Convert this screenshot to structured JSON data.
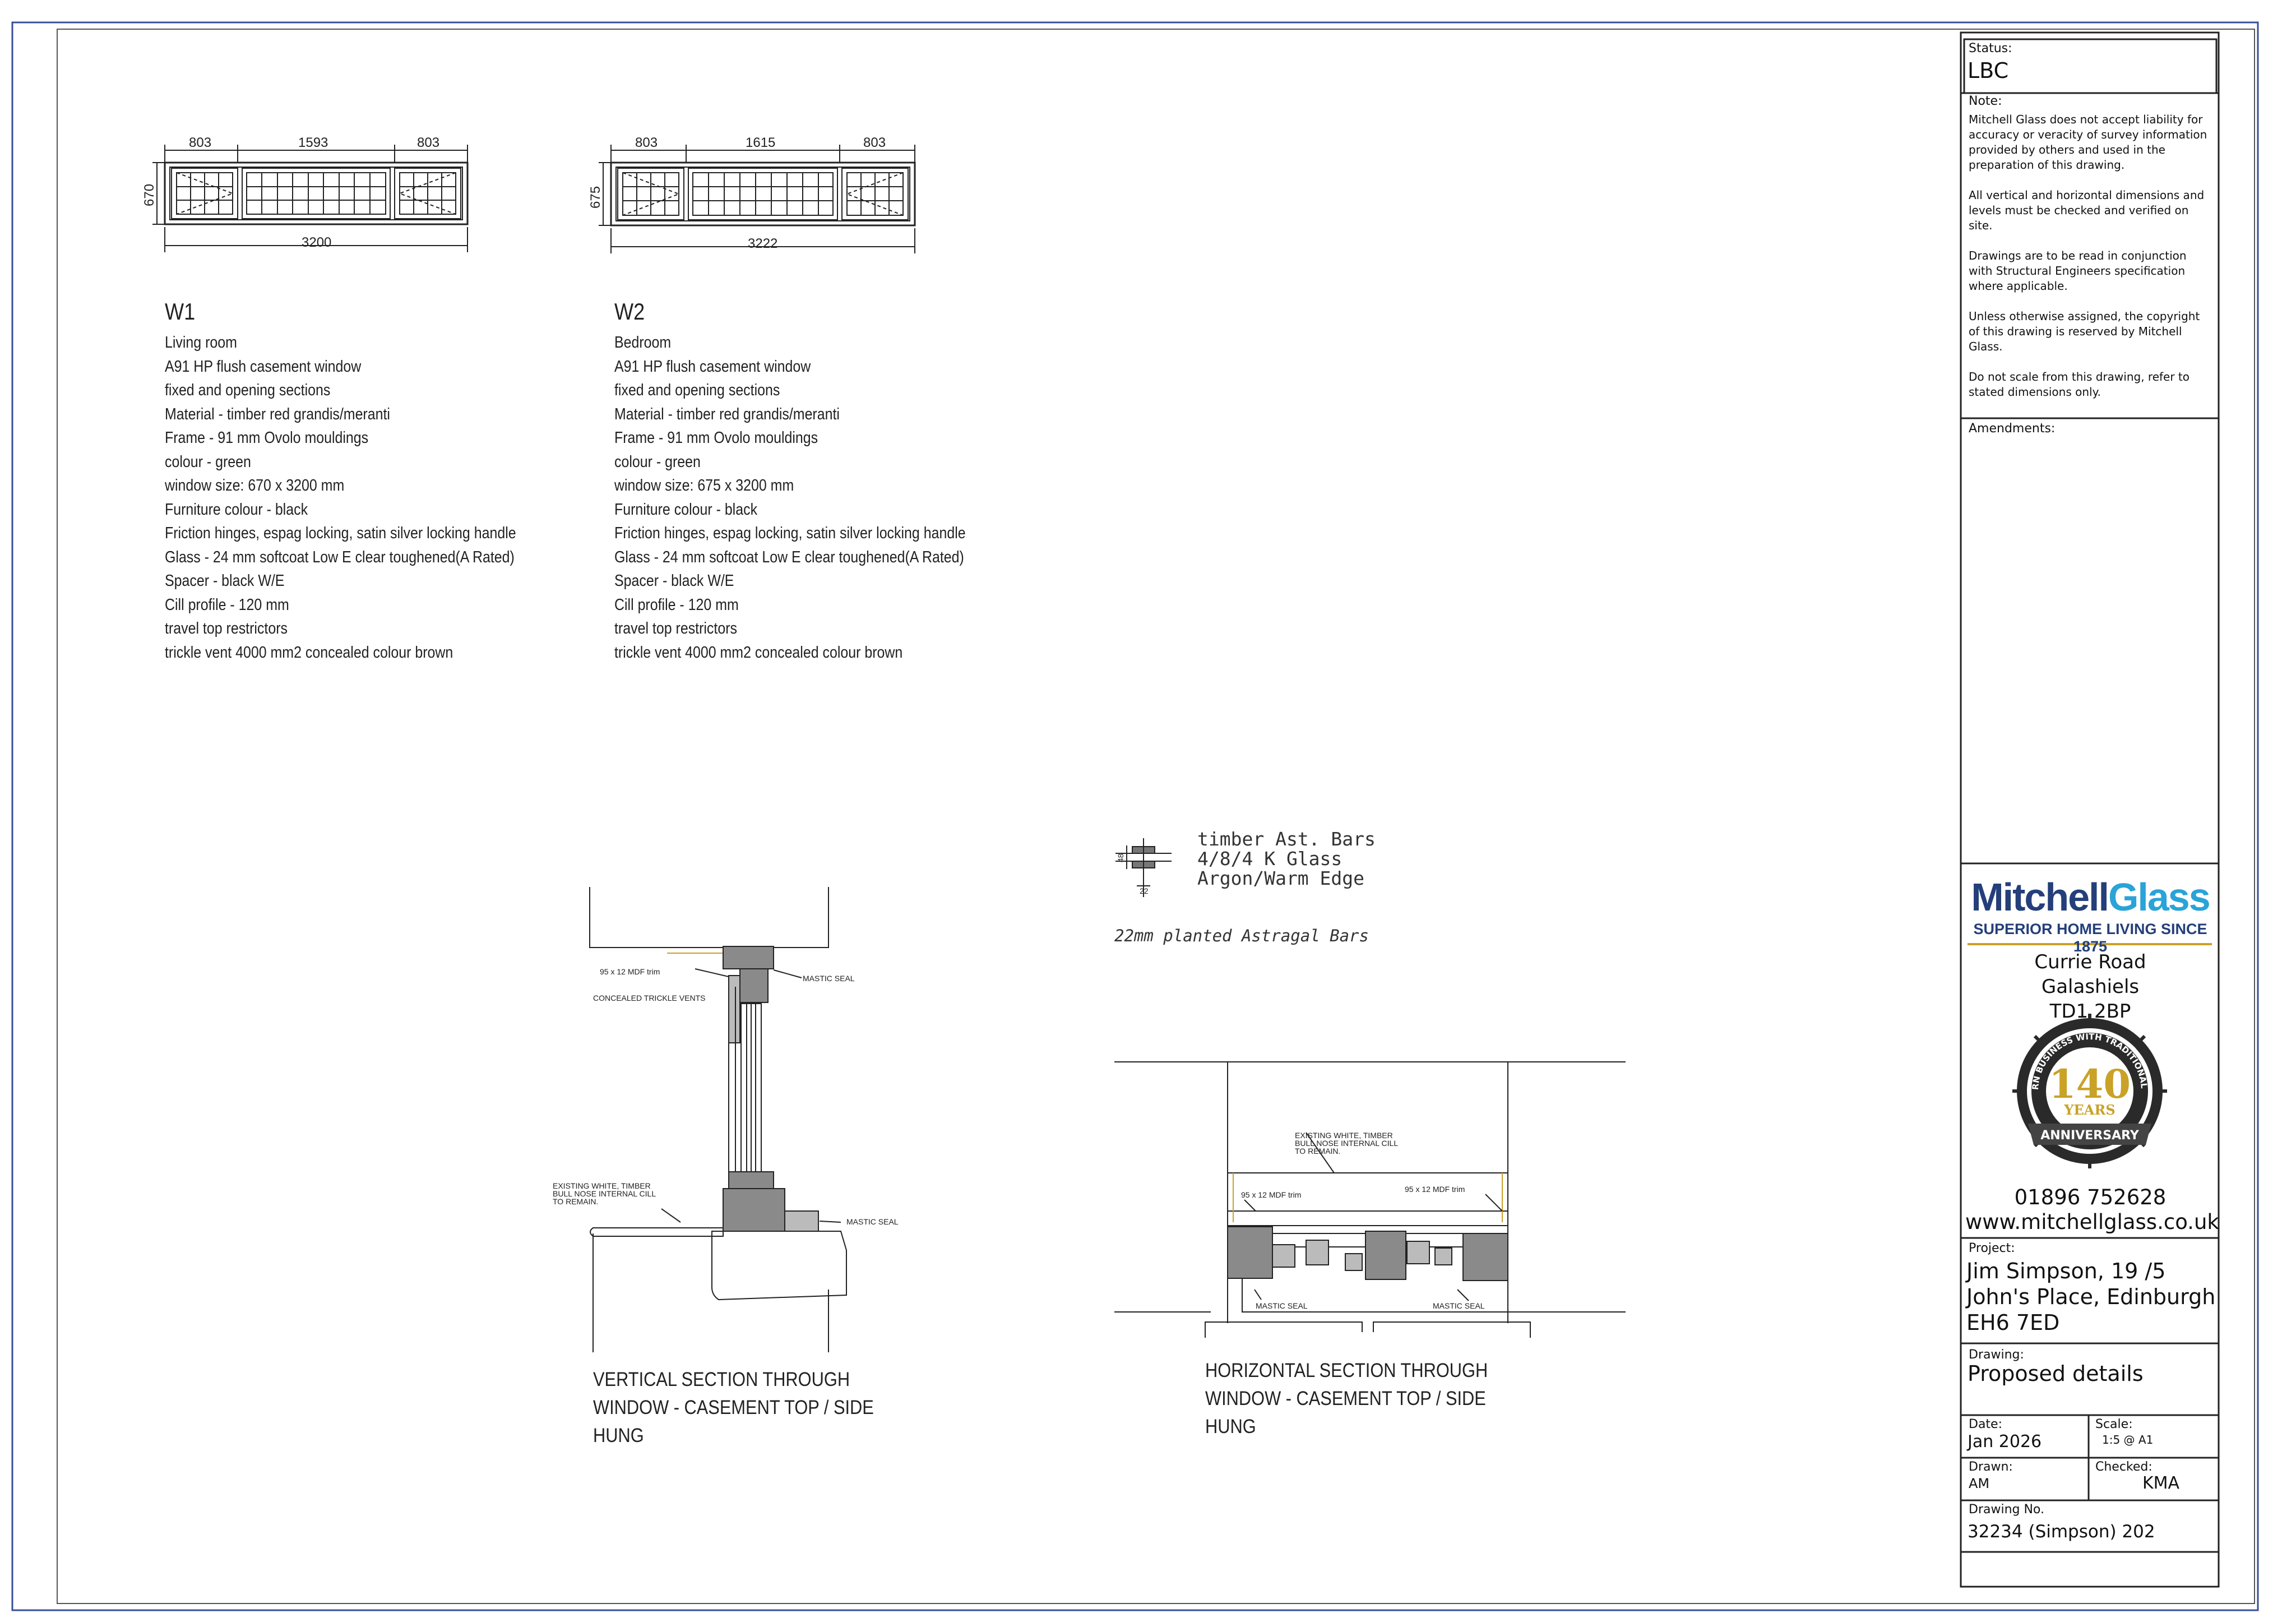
{
  "windows": [
    {
      "id": "W1",
      "dimensions": {
        "left": "803",
        "middle": "1593",
        "right": "803",
        "overall": "3200",
        "height": "670"
      },
      "spec_lines": [
        "Living room",
        "A91 HP flush casement window",
        "fixed and opening sections",
        "Material - timber red grandis/meranti",
        "Frame - 91 mm Ovolo mouldings",
        "colour - green",
        "window size: 670 x 3200 mm",
        "Furniture colour - black",
        "Friction hinges, espag locking, satin silver locking handle",
        "Glass - 24 mm softcoat Low E clear toughened(A Rated)",
        "Spacer - black W/E",
        "Cill profile - 120 mm",
        "travel top restrictors",
        "trickle vent 4000 mm2 concealed colour brown"
      ]
    },
    {
      "id": "W2",
      "dimensions": {
        "left": "803",
        "middle": "1615",
        "right": "803",
        "overall": "3222",
        "height": "675"
      },
      "spec_lines": [
        "Bedroom",
        "A91 HP flush casement window",
        "fixed and opening sections",
        "Material - timber red grandis/meranti",
        "Frame - 91 mm Ovolo mouldings",
        "colour - green",
        "window size: 675 x 3200 mm",
        "Furniture colour - black",
        "Friction hinges, espag locking, satin silver locking handle",
        "Glass - 24 mm softcoat Low E clear toughened(A Rated)",
        "Spacer - black W/E",
        "Cill profile - 120 mm",
        "travel top restrictors",
        "trickle vent 4000 mm2 concealed colour brown"
      ]
    }
  ],
  "glazing_note": {
    "lines": [
      "timber Ast. Bars",
      "4/8/4 K Glass",
      "Argon/Warm Edge"
    ],
    "astragal": "22mm planted Astragal Bars",
    "detail_dims": [
      "48",
      "22"
    ]
  },
  "vertical_section": {
    "caption": "VERTICAL SECTION THROUGH\nWINDOW - CASEMENT TOP / SIDE\nHUNG",
    "labels": {
      "trim": "95 x 12 MDF trim",
      "vents": "CONCEALED TRICKLE VENTS",
      "seal_top": "MASTIC SEAL",
      "cill_1": "EXISTING WHITE, TIMBER",
      "cill_2": "BULL NOSE INTERNAL CILL",
      "cill_3": "TO REMAIN.",
      "seal_bottom": "MASTIC SEAL"
    }
  },
  "horizontal_section": {
    "caption": "HORIZONTAL SECTION THROUGH\nWINDOW - CASEMENT TOP / SIDE\nHUNG",
    "labels": {
      "cill_1": "EXISTING WHITE, TIMBER",
      "cill_2": "BULL NOSE INTERNAL CILL",
      "cill_3": "TO REMAIN.",
      "trim_left": "95 x 12 MDF trim",
      "trim_right": "95 x 12 MDF trim",
      "seal_left": "MASTIC SEAL",
      "seal_right": "MASTIC SEAL"
    }
  },
  "title_block": {
    "status_label": "Status:",
    "status": "LBC",
    "note_label": "Note:",
    "notes": [
      [
        "Mitchell Glass does not accept liability for",
        "accuracy or veracity of survey information",
        "provided by others and used in the",
        "preparation of this drawing."
      ],
      [
        "All vertical and horizontal dimensions and",
        "levels must be checked and verified on",
        "site."
      ],
      [
        "Drawings are to be read in conjunction",
        "with Structural Engineers specification",
        "where applicable."
      ],
      [
        "Unless otherwise assigned, the copyright",
        "of this drawing is reserved by Mitchell",
        "Glass."
      ],
      [
        "Do not scale from this drawing, refer to",
        "stated dimensions only."
      ]
    ],
    "amendments_label": "Amendments:",
    "company": {
      "logo_word_1": "Mitchell",
      "logo_word_2": "Glass",
      "tagline": "SUPERIOR HOME LIVING SINCE 1875",
      "address": [
        "Currie Road",
        "Galashiels",
        "TD1 2BP"
      ],
      "seal_number": "140",
      "seal_years": "YEARS",
      "seal_banner": "ANNIVERSARY",
      "seal_ring": "A MODERN BUSINESS WITH TRADITIONAL VALUES",
      "phone": "01896 752628",
      "website": "www.mitchellglass.co.uk"
    },
    "project_label": "Project:",
    "project": [
      "Jim Simpson, 19 /5",
      "John's Place, Edinburgh",
      "EH6 7ED"
    ],
    "drawing_label": "Drawing:",
    "drawing": "Proposed details",
    "date_label": "Date:",
    "date": "Jan 2026",
    "scale_label": "Scale:",
    "scale": "1:5 @ A1",
    "drawn_label": "Drawn:",
    "drawn": "AM",
    "checked_label": "Checked:",
    "checked": "KMA",
    "drawing_no_label": "Drawing No.",
    "drawing_no": "32234 (Simpson) 202"
  },
  "colors": {
    "line": "#222222",
    "border_blue": "#3a4f9a",
    "brand_blue": "#243f7a",
    "brand_cyan": "#2aa3d8",
    "brand_gold": "#c9a227",
    "section_fill": "#8a8a8a"
  }
}
